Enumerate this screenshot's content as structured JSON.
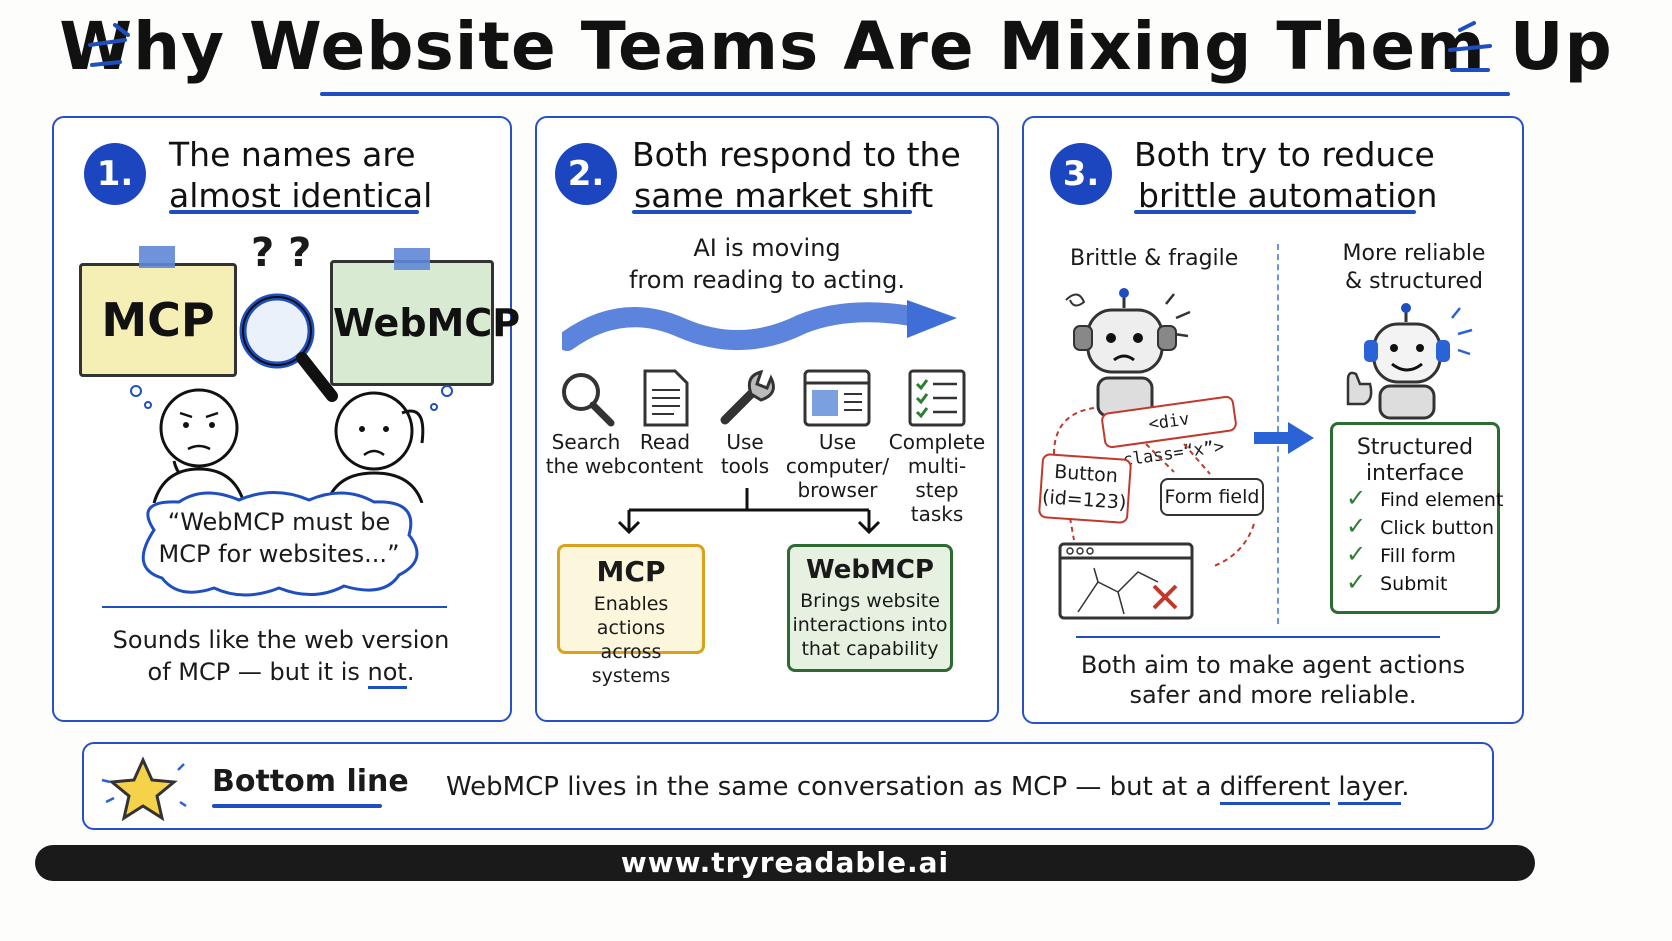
{
  "title": "Why Website Teams Are Mixing Them Up",
  "panels": [
    {
      "number": "1.",
      "heading_line1": "The names are",
      "heading_line2": "almost identical",
      "note_left": "MCP",
      "note_right": "WebMCP",
      "question_marks": "? ?",
      "thought_line1": "“WebMCP must be",
      "thought_line2": "MCP for websites...”",
      "footer_line1": "Sounds like the web version",
      "footer_line2_pre": "of MCP — but it is ",
      "footer_line2_em": "not",
      "footer_line2_post": "."
    },
    {
      "number": "2.",
      "heading_line1": "Both respond to the",
      "heading_line2": "same market shift",
      "shift_line1": "AI is moving",
      "shift_line2": "from reading to acting.",
      "steps": [
        {
          "icon": "magnifier-icon",
          "line1": "Search",
          "line2": "the web",
          "line3": ""
        },
        {
          "icon": "document-icon",
          "line1": "Read",
          "line2": "content",
          "line3": ""
        },
        {
          "icon": "wrench-icon",
          "line1": "Use",
          "line2": "tools",
          "line3": ""
        },
        {
          "icon": "browser-window-icon",
          "line1": "Use",
          "line2": "computer/",
          "line3": "browser"
        },
        {
          "icon": "checklist-icon",
          "line1": "Complete",
          "line2": "multi-step",
          "line3": "tasks"
        }
      ],
      "box_left": {
        "title": "MCP",
        "line1": "Enables actions",
        "line2": "across systems",
        "line3": ""
      },
      "box_right": {
        "title": "WebMCP",
        "line1": "Brings website",
        "line2": "interactions into",
        "line3": "that capability"
      }
    },
    {
      "number": "3.",
      "heading_line1": "Both try to reduce",
      "heading_line2": "brittle automation",
      "left_label": "Brittle & fragile",
      "right_label_line1": "More reliable",
      "right_label_line2": "& structured",
      "code_tag": "<div class=“x”>",
      "button_line1": "Button",
      "button_line2": "(id=123)",
      "form_field": "Form field",
      "structured_line1": "Structured",
      "structured_line2": "interface",
      "checks": [
        "Find element",
        "Click button",
        "Fill form",
        "Submit"
      ],
      "footer_line1": "Both aim to make agent actions",
      "footer_line2": "safer and more reliable."
    }
  ],
  "bottom": {
    "label": "Bottom line",
    "text_pre": "WebMCP lives in the same conversation as MCP — but at a ",
    "text_em1": "different",
    "text_mid": " ",
    "text_em2": "layer",
    "text_post": "."
  },
  "footer_url": "www.tryreadable.ai",
  "colors": {
    "accent": "#1f4fbf",
    "note_yellow": "#f6efb5",
    "note_green": "#d9ead3",
    "box_yellow_border": "#d8a21e",
    "box_green_border": "#2e6b32",
    "error_red": "#c0392b"
  }
}
